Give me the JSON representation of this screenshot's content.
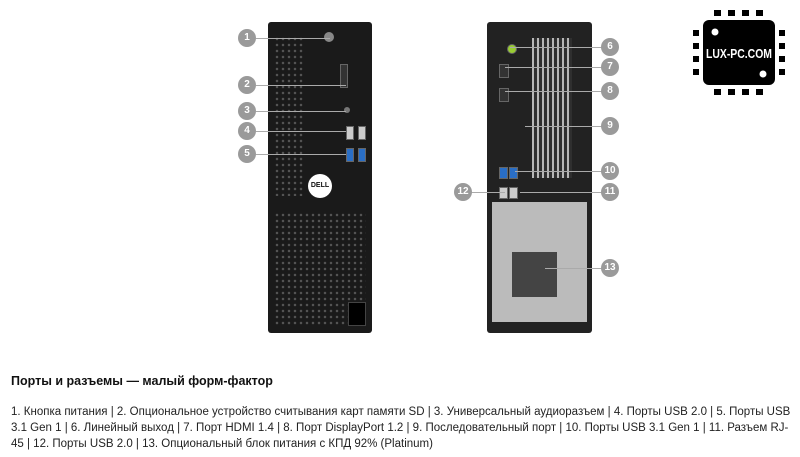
{
  "logo": {
    "text": "LUX-PC.COM"
  },
  "front_brand": "DELL",
  "callouts": [
    "1",
    "2",
    "3",
    "4",
    "5",
    "6",
    "7",
    "8",
    "9",
    "10",
    "11",
    "12",
    "13"
  ],
  "title": "Порты и разъемы — малый форм-фактор",
  "description": "1. Кнопка питания | 2. Опциональное устройство считывания карт памяти SD | 3. Универсальный аудиоразъем | 4. Порты USB 2.0 | 5. Порты USB 3.1 Gen 1 | 6. Линейный выход | 7. Порт HDMI 1.4 | 8. Порт DisplayPort 1.2 | 9. Последовательный порт | 10. Порты USB 3.1 Gen 1 | 11. Разъем RJ-45 | 12. Порты USB 2.0 | 13. Опциональный блок питания с КПД 92% (Platinum)"
}
